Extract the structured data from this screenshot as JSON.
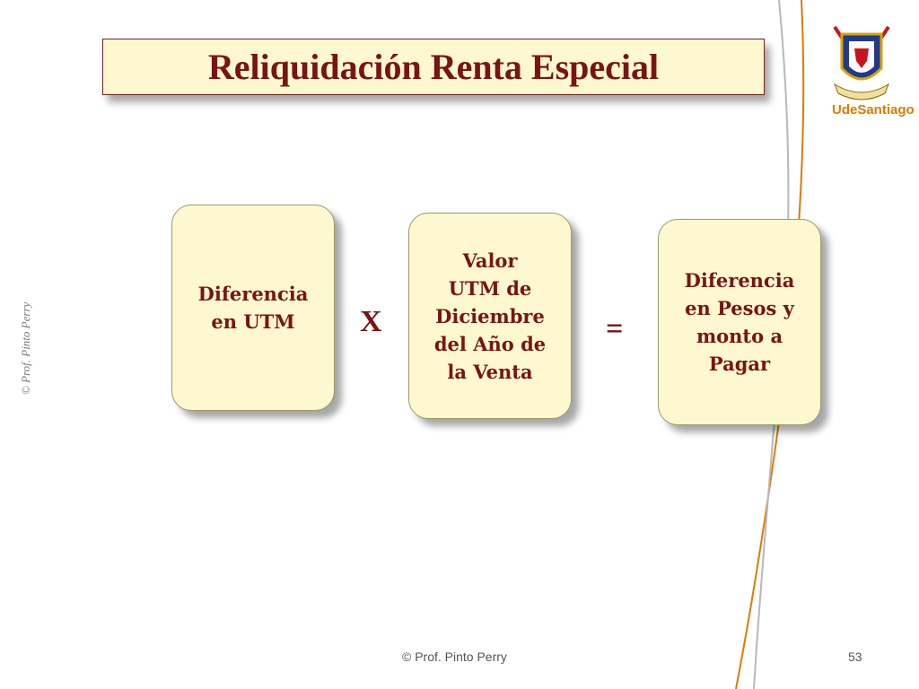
{
  "slide": {
    "title": "Reliquidación Renta Especial",
    "boxes": [
      {
        "label": "Diferencia\nen UTM"
      },
      {
        "label": "Valor\nUTM de\nDiciembre\ndel Año de\nla Venta"
      },
      {
        "label": "Diferencia\nen Pesos y\nmonto a\nPagar"
      }
    ],
    "operators": {
      "multiply": "X",
      "equals": "="
    },
    "footer": {
      "copyright": "© Prof. Pinto Perry",
      "page_number": "53"
    },
    "side_watermark": "© Prof. Pinto Perry",
    "logo": {
      "icon": "university-crest-icon",
      "text": "UdeSantiago",
      "text_color": "#e07a00"
    }
  },
  "colors": {
    "title_text": "#7a1414",
    "box_fill": "#fdf8cf",
    "orange_line": "#e07a00",
    "gray_line": "#b8b8b8"
  }
}
